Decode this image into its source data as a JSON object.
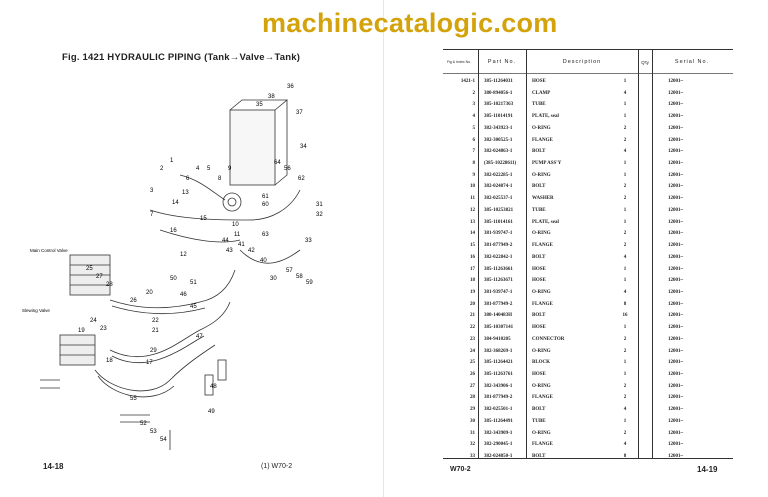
{
  "left_page": {
    "title": "Fig. 1421  HYDRAULIC PIPING  (Tank→Valve→Tank)",
    "page_number": "14-18",
    "model": "(1)  W70-2",
    "diagram_labels": {
      "main_control_valve": "Main Control Valve",
      "slewing_valve": "Slewing Valve"
    },
    "callouts": [
      "36",
      "38",
      "35",
      "37",
      "34",
      "33",
      "1",
      "2",
      "3",
      "4",
      "5",
      "6",
      "8",
      "9",
      "7",
      "13",
      "14",
      "15",
      "10",
      "11",
      "16",
      "12",
      "41",
      "42",
      "43",
      "44",
      "40",
      "63",
      "64",
      "56",
      "61",
      "60",
      "62",
      "31",
      "32",
      "57",
      "58",
      "59",
      "30",
      "27",
      "28",
      "26",
      "25",
      "24",
      "23",
      "22",
      "21",
      "20",
      "19",
      "17",
      "18",
      "29",
      "45",
      "46",
      "47",
      "48",
      "49",
      "50",
      "51",
      "52",
      "53",
      "54",
      "55"
    ]
  },
  "right_page": {
    "page_number": "14-19",
    "model": "W70-2",
    "table": {
      "headers": {
        "index": "Fig & Index No.",
        "part_no": "Part No.",
        "description": "Description",
        "qty": "Q'ty",
        "serial": "Serial No."
      },
      "rows": [
        [
          "1421-1",
          "385-11264031",
          "HOSE",
          "1",
          "12001~"
        ],
        [
          "2",
          "380-894056-1",
          "CLAMP",
          "4",
          "12001~"
        ],
        [
          "3",
          "385-10217363",
          "TUBE",
          "1",
          "12001~"
        ],
        [
          "4",
          "385-11014191",
          "PLATE, seal",
          "1",
          "12001~"
        ],
        [
          "5",
          "382-343923-1",
          "O-RING",
          "2",
          "12001~"
        ],
        [
          "6",
          "382-300525-1",
          "FLANGE",
          "2",
          "12001~"
        ],
        [
          "7",
          "382-024863-1",
          "BOLT",
          "4",
          "12001~"
        ],
        [
          "8",
          "(385-10228611)",
          "PUMP ASS'Y",
          "1",
          "12001~"
        ],
        [
          "9",
          "382-022285-1",
          "O-RING",
          "1",
          "12001~"
        ],
        [
          "10",
          "382-024874-1",
          "BOLT",
          "2",
          "12001~"
        ],
        [
          "11",
          "382-025537-1",
          "WASHER",
          "2",
          "12001~"
        ],
        [
          "12",
          "385-10253821",
          "TUBE",
          "1",
          "12001~"
        ],
        [
          "13",
          "385-11014161",
          "PLATE, seal",
          "1",
          "12001~"
        ],
        [
          "14",
          "381-939747-1",
          "O-RING",
          "2",
          "12001~"
        ],
        [
          "15",
          "381-877949-2",
          "FLANGE",
          "2",
          "12001~"
        ],
        [
          "16",
          "382-022842-1",
          "BOLT",
          "4",
          "12001~"
        ],
        [
          "17",
          "385-11263661",
          "HOSE",
          "1",
          "12001~"
        ],
        [
          "18",
          "385-11263671",
          "HOSE",
          "1",
          "12001~"
        ],
        [
          "19",
          "381-939747-1",
          "O-RING",
          "4",
          "12001~"
        ],
        [
          "20",
          "381-877949-2",
          "FLANGE",
          "8",
          "12001~"
        ],
        [
          "21",
          "380-140483H",
          "BOLT",
          "16",
          "12001~"
        ],
        [
          "22",
          "385-10307141",
          "HOSE",
          "1",
          "12001~"
        ],
        [
          "23",
          "384-9410205",
          "CONNECTOR",
          "2",
          "12001~"
        ],
        [
          "24",
          "382-368269-1",
          "O-RING",
          "2",
          "12001~"
        ],
        [
          "25",
          "385-11264421",
          "BLOCK",
          "1",
          "12001~"
        ],
        [
          "26",
          "385-11263761",
          "HOSE",
          "1",
          "12001~"
        ],
        [
          "27",
          "382-343906-1",
          "O-RING",
          "2",
          "12001~"
        ],
        [
          "28",
          "381-877949-2",
          "FLANGE",
          "2",
          "12001~"
        ],
        [
          "29",
          "382-025501-1",
          "BOLT",
          "4",
          "12001~"
        ],
        [
          "30",
          "385-11264491",
          "TUBE",
          "1",
          "12001~"
        ],
        [
          "31",
          "382-343909-1",
          "O-RING",
          "2",
          "12001~"
        ],
        [
          "32",
          "382-290045-1",
          "FLANGE",
          "4",
          "12001~"
        ],
        [
          "33",
          "382-024850-1",
          "BOLT",
          "8",
          "12001~"
        ]
      ]
    }
  },
  "watermark": "machinecatalogic.com"
}
